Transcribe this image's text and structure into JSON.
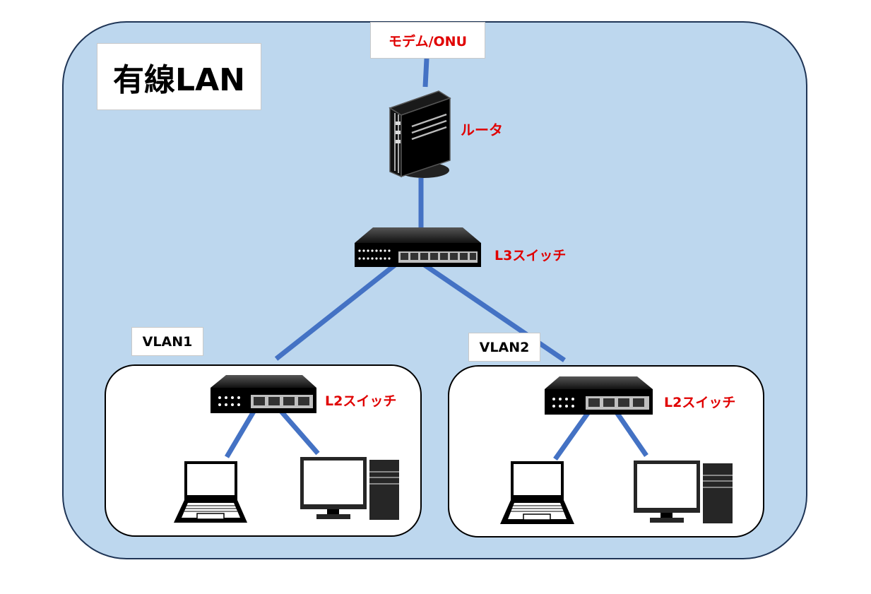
{
  "title": "有線LAN",
  "colors": {
    "background": "#bdd7ee",
    "border": "#1f3556",
    "link": "#4472c4",
    "label_red": "#e00000",
    "device": "#000000"
  },
  "nodes": {
    "modem": {
      "label": "モデム/ONU",
      "icon": "modem-label-box"
    },
    "router": {
      "label": "ルータ",
      "icon": "router-icon"
    },
    "l3_switch": {
      "label": "L3スイッチ",
      "icon": "l3-switch-icon"
    },
    "vlan1": {
      "label": "VLAN1",
      "switch_label": "L2スイッチ",
      "devices": [
        "laptop-icon",
        "desktop-pc-icon"
      ]
    },
    "vlan2": {
      "label": "VLAN2",
      "switch_label": "L2スイッチ",
      "devices": [
        "laptop-icon",
        "desktop-pc-icon"
      ]
    }
  },
  "links": [
    [
      "modem",
      "router"
    ],
    [
      "router",
      "l3_switch"
    ],
    [
      "l3_switch",
      "vlan1"
    ],
    [
      "l3_switch",
      "vlan2"
    ],
    [
      "vlan1.switch",
      "vlan1.laptop"
    ],
    [
      "vlan1.switch",
      "vlan1.desktop"
    ],
    [
      "vlan2.switch",
      "vlan2.laptop"
    ],
    [
      "vlan2.switch",
      "vlan2.desktop"
    ]
  ]
}
